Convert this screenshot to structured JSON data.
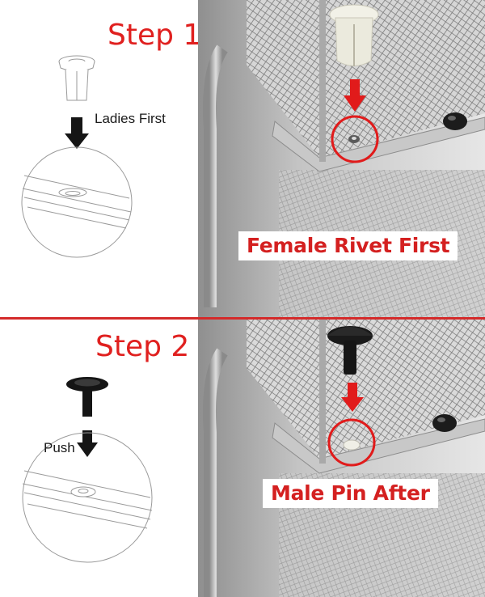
{
  "step1": {
    "title": "Step 1",
    "hint": "Ladies First",
    "label": "Female Rivet First"
  },
  "step2": {
    "title": "Step 2",
    "hint": "Push",
    "label": "Male Pin After"
  },
  "colors": {
    "accent_red": "#d42a2a",
    "label_red": "#d42020",
    "metal": "#b9b9b9",
    "rivet_cream": "#efeee4",
    "pin_black": "#151515"
  },
  "icons": [
    "rivet-icon",
    "pin-icon",
    "down-arrow-icon",
    "shelf-hole-icon",
    "highlight-circle-icon"
  ]
}
